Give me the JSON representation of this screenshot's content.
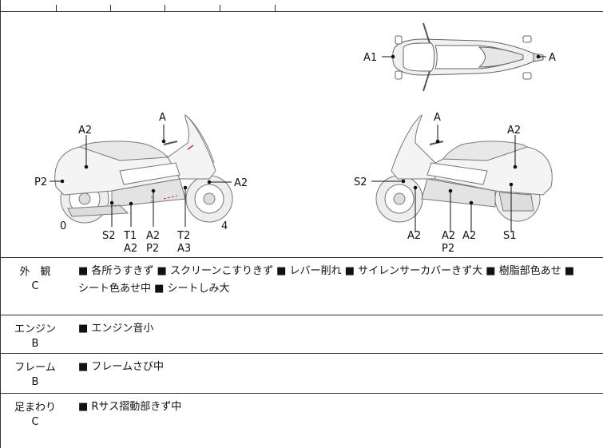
{
  "diagram": {
    "top_labels": [
      "A1",
      "A"
    ],
    "left_labels": [
      "A2",
      "A",
      "P2",
      "A2",
      "0",
      "4",
      "S2",
      "T1",
      "A2",
      "A2",
      "P2",
      "T2",
      "A3"
    ],
    "right_labels": [
      "A",
      "A2",
      "S2",
      "A2",
      "A2",
      "P2",
      "A2",
      "S1"
    ]
  },
  "rows": [
    {
      "category": "外　観",
      "grade": "C",
      "line1": "■ 各所うすきず ■ スクリーンこすりきず ■ レバー削れ ■ サイレンサーカバーきず大 ■ 樹脂部色あせ ■",
      "line2": "シート色あせ中 ■ シートしみ大"
    },
    {
      "category": "エンジン",
      "grade": "B",
      "line1": "■ エンジン音小",
      "line2": ""
    },
    {
      "category": "フレーム",
      "grade": "B",
      "line1": "■ フレームさび中",
      "line2": ""
    },
    {
      "category": "足まわり",
      "grade": "C",
      "line1": "■ Rサス摺動部きず中",
      "line2": ""
    }
  ]
}
